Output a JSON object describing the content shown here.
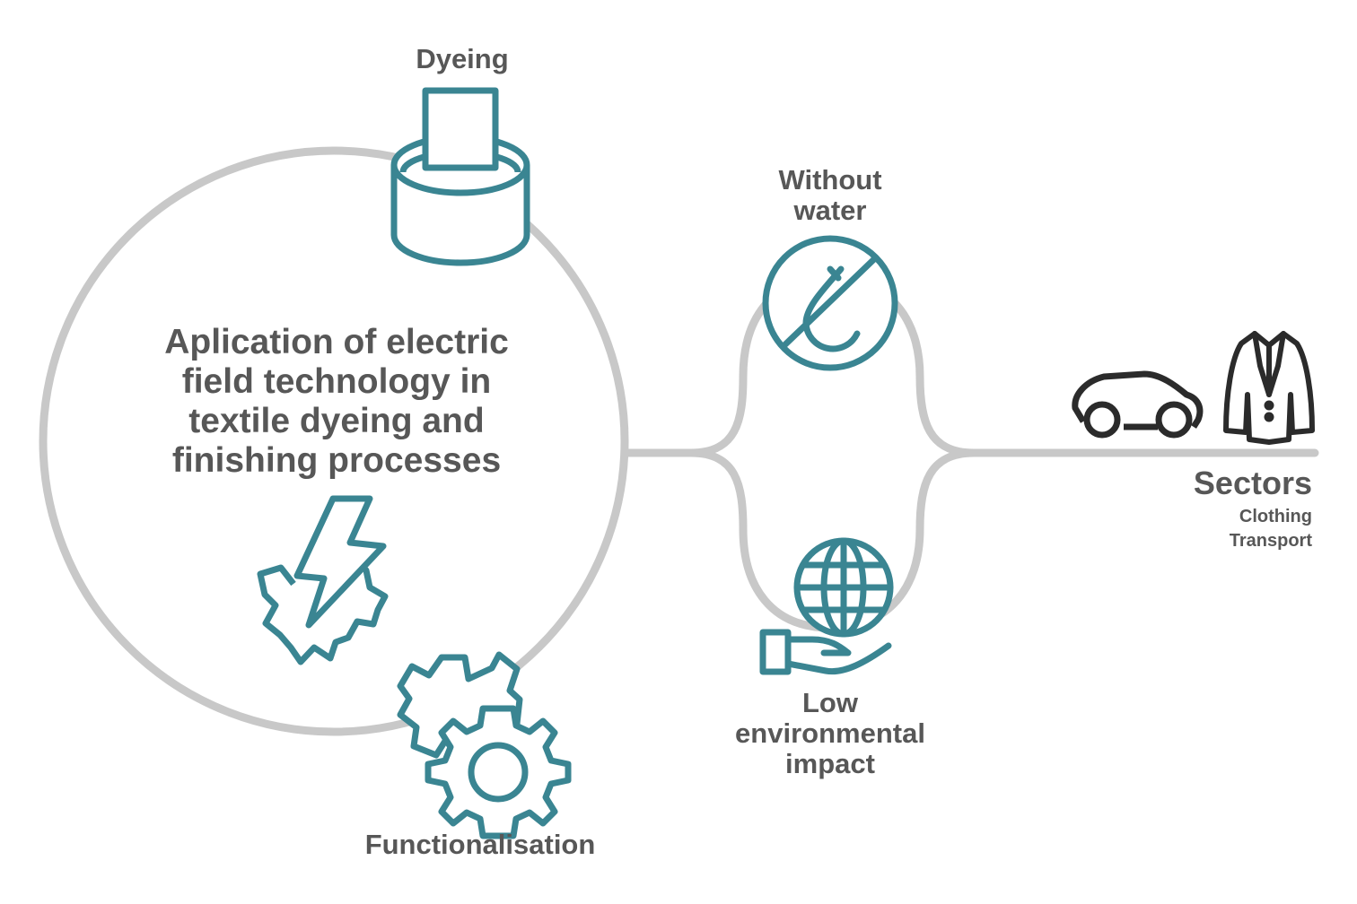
{
  "diagram": {
    "main_title_lines": [
      "Aplication of electric",
      "field technology in",
      "textile dyeing and",
      "finishing processes"
    ],
    "dyeing_label": "Dyeing",
    "functionalisation_label": "Functionalisation",
    "without_water_lines": [
      "Without",
      "water"
    ],
    "low_impact_lines": [
      "Low",
      "environmental",
      "impact"
    ],
    "sectors": {
      "title": "Sectors",
      "items": [
        "Clothing",
        "Transport"
      ]
    },
    "icons": {
      "dyeing": "dye-bath-icon",
      "energy": "lightning-gear-icon",
      "functionalisation": "gears-icon",
      "without_water": "no-water-drop-icon",
      "low_impact": "globe-in-hand-icon",
      "transport": "car-icon",
      "clothing": "jacket-icon"
    },
    "colors": {
      "teal": "#3a8592",
      "gray_line": "#c8c8c8",
      "text": "#575757",
      "icon_dark": "#2b2b2b"
    }
  }
}
